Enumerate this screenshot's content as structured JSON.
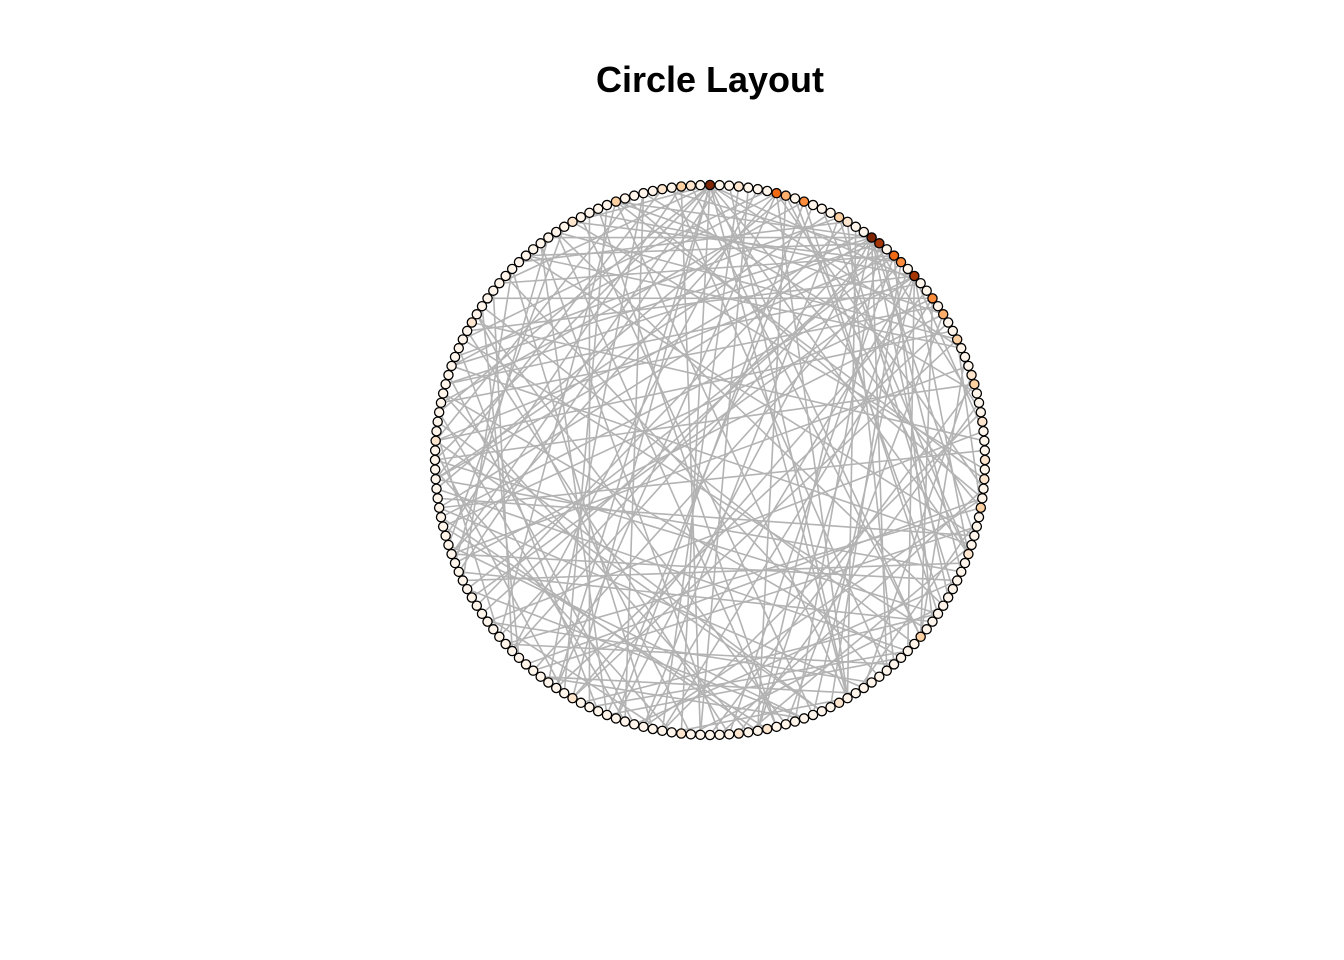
{
  "title": "Circle Layout",
  "graph": {
    "layout": "circle",
    "node_count": 180,
    "colors": {
      "edge": "#b3b3b3",
      "node_stroke": "#000000",
      "palette": [
        "#fff5eb",
        "#fee6ce",
        "#fdd0a2",
        "#fdae6b",
        "#fd8d3c",
        "#f16913",
        "#d94801",
        "#a63603",
        "#7f2704"
      ]
    },
    "node_color_levels": {
      "0": 1,
      "4": 1,
      "8": 2,
      "9": 1,
      "13": 2,
      "16": 3,
      "18": 4,
      "21": 7,
      "23": 4,
      "24": 5,
      "26": 7,
      "27": 8,
      "30": 1,
      "31": 2,
      "35": 4,
      "37": 3,
      "38": 5,
      "42": 1,
      "45": 8,
      "47": 1,
      "48": 2,
      "50": 1,
      "55": 2,
      "60": 1,
      "75": 1,
      "88": 1,
      "120": 1,
      "132": 1,
      "138": 1,
      "141": 1,
      "149": 1,
      "160": 2,
      "170": 1,
      "175": 2,
      "178": 1
    },
    "edges": [
      [
        45,
        60
      ],
      [
        45,
        70
      ],
      [
        45,
        100
      ],
      [
        45,
        118
      ],
      [
        45,
        150
      ],
      [
        45,
        120
      ],
      [
        45,
        132
      ],
      [
        45,
        90
      ],
      [
        45,
        160
      ],
      [
        45,
        175
      ],
      [
        45,
        20
      ],
      [
        45,
        12
      ],
      [
        45,
        85
      ],
      [
        27,
        55
      ],
      [
        27,
        80
      ],
      [
        27,
        110
      ],
      [
        27,
        125
      ],
      [
        27,
        140
      ],
      [
        27,
        155
      ],
      [
        27,
        165
      ],
      [
        27,
        95
      ],
      [
        27,
        63
      ],
      [
        27,
        172
      ],
      [
        27,
        5
      ],
      [
        21,
        58
      ],
      [
        21,
        96
      ],
      [
        21,
        128
      ],
      [
        21,
        146
      ],
      [
        21,
        158
      ],
      [
        21,
        105
      ],
      [
        21,
        170
      ],
      [
        21,
        76
      ],
      [
        21,
        3
      ],
      [
        24,
        70
      ],
      [
        24,
        104
      ],
      [
        24,
        137
      ],
      [
        24,
        162
      ],
      [
        24,
        88
      ],
      [
        24,
        50
      ],
      [
        26,
        66
      ],
      [
        26,
        112
      ],
      [
        26,
        144
      ],
      [
        26,
        168
      ],
      [
        26,
        82
      ],
      [
        38,
        80
      ],
      [
        38,
        118
      ],
      [
        38,
        150
      ],
      [
        38,
        177
      ],
      [
        38,
        100
      ],
      [
        18,
        72
      ],
      [
        18,
        130
      ],
      [
        18,
        160
      ],
      [
        18,
        97
      ],
      [
        23,
        60
      ],
      [
        23,
        115
      ],
      [
        23,
        148
      ],
      [
        35,
        84
      ],
      [
        35,
        125
      ],
      [
        35,
        163
      ],
      [
        16,
        55
      ],
      [
        16,
        101
      ],
      [
        16,
        143
      ],
      [
        13,
        62
      ],
      [
        13,
        120
      ],
      [
        13,
        175
      ],
      [
        37,
        93
      ],
      [
        37,
        140
      ],
      [
        37,
        170
      ],
      [
        30,
        67
      ],
      [
        30,
        106
      ],
      [
        30,
        156
      ],
      [
        31,
        79
      ],
      [
        31,
        128
      ],
      [
        31,
        166
      ],
      [
        8,
        90
      ],
      [
        8,
        135
      ],
      [
        48,
        98
      ],
      [
        48,
        134
      ],
      [
        55,
        110
      ],
      [
        55,
        150
      ],
      [
        55,
        178
      ],
      [
        2,
        75
      ],
      [
        5,
        130
      ],
      [
        7,
        52
      ],
      [
        10,
        100
      ],
      [
        11,
        160
      ],
      [
        14,
        88
      ],
      [
        19,
        120
      ],
      [
        22,
        140
      ],
      [
        28,
        92
      ],
      [
        33,
        170
      ],
      [
        40,
        112
      ],
      [
        43,
        150
      ],
      [
        46,
        170
      ],
      [
        52,
        126
      ],
      [
        57,
        142
      ],
      [
        61,
        99
      ],
      [
        64,
        136
      ],
      [
        69,
        154
      ],
      [
        73,
        113
      ],
      [
        77,
        161
      ],
      [
        81,
        127
      ],
      [
        86,
        147
      ],
      [
        91,
        131
      ],
      [
        94,
        172
      ],
      [
        99,
        145
      ],
      [
        103,
        169
      ],
      [
        108,
        153
      ],
      [
        114,
        176
      ],
      [
        117,
        52
      ],
      [
        121,
        163
      ],
      [
        124,
        64
      ],
      [
        129,
        68
      ],
      [
        133,
        74
      ],
      [
        139,
        83
      ],
      [
        145,
        104
      ],
      [
        151,
        116
      ],
      [
        157,
        124
      ],
      [
        164,
        133
      ],
      [
        171,
        139
      ],
      [
        174,
        151
      ],
      [
        179,
        60
      ],
      [
        1,
        95
      ],
      [
        6,
        138
      ],
      [
        12,
        66
      ],
      [
        15,
        118
      ],
      [
        20,
        82
      ],
      [
        25,
        107
      ],
      [
        29,
        150
      ],
      [
        32,
        92
      ],
      [
        34,
        124
      ],
      [
        36,
        164
      ],
      [
        39,
        77
      ],
      [
        41,
        134
      ],
      [
        44,
        102
      ],
      [
        49,
        155
      ],
      [
        53,
        88
      ],
      [
        56,
        119
      ],
      [
        59,
        146
      ],
      [
        63,
        101
      ],
      [
        66,
        172
      ],
      [
        71,
        112
      ],
      [
        74,
        143
      ],
      [
        78,
        123
      ],
      [
        83,
        157
      ],
      [
        87,
        110
      ],
      [
        92,
        168
      ],
      [
        96,
        140
      ],
      [
        102,
        162
      ],
      [
        107,
        130
      ],
      [
        111,
        175
      ],
      [
        116,
        145
      ],
      [
        122,
        158
      ],
      [
        127,
        167
      ],
      [
        131,
        150
      ],
      [
        136,
        177
      ],
      [
        142,
        62
      ],
      [
        147,
        88
      ],
      [
        152,
        95
      ],
      [
        156,
        111
      ],
      [
        159,
        73
      ],
      [
        163,
        90
      ],
      [
        167,
        100
      ],
      [
        173,
        115
      ],
      [
        176,
        128
      ],
      [
        3,
        108
      ],
      [
        9,
        152
      ],
      [
        17,
        84
      ],
      [
        42,
        130
      ],
      [
        47,
        160
      ],
      [
        50,
        92
      ],
      [
        54,
        176
      ],
      [
        58,
        122
      ],
      [
        62,
        164
      ],
      [
        68,
        103
      ],
      [
        76,
        137
      ],
      [
        80,
        171
      ],
      [
        85,
        126
      ],
      [
        89,
        119
      ],
      [
        93,
        158
      ],
      [
        97,
        141
      ]
    ]
  }
}
